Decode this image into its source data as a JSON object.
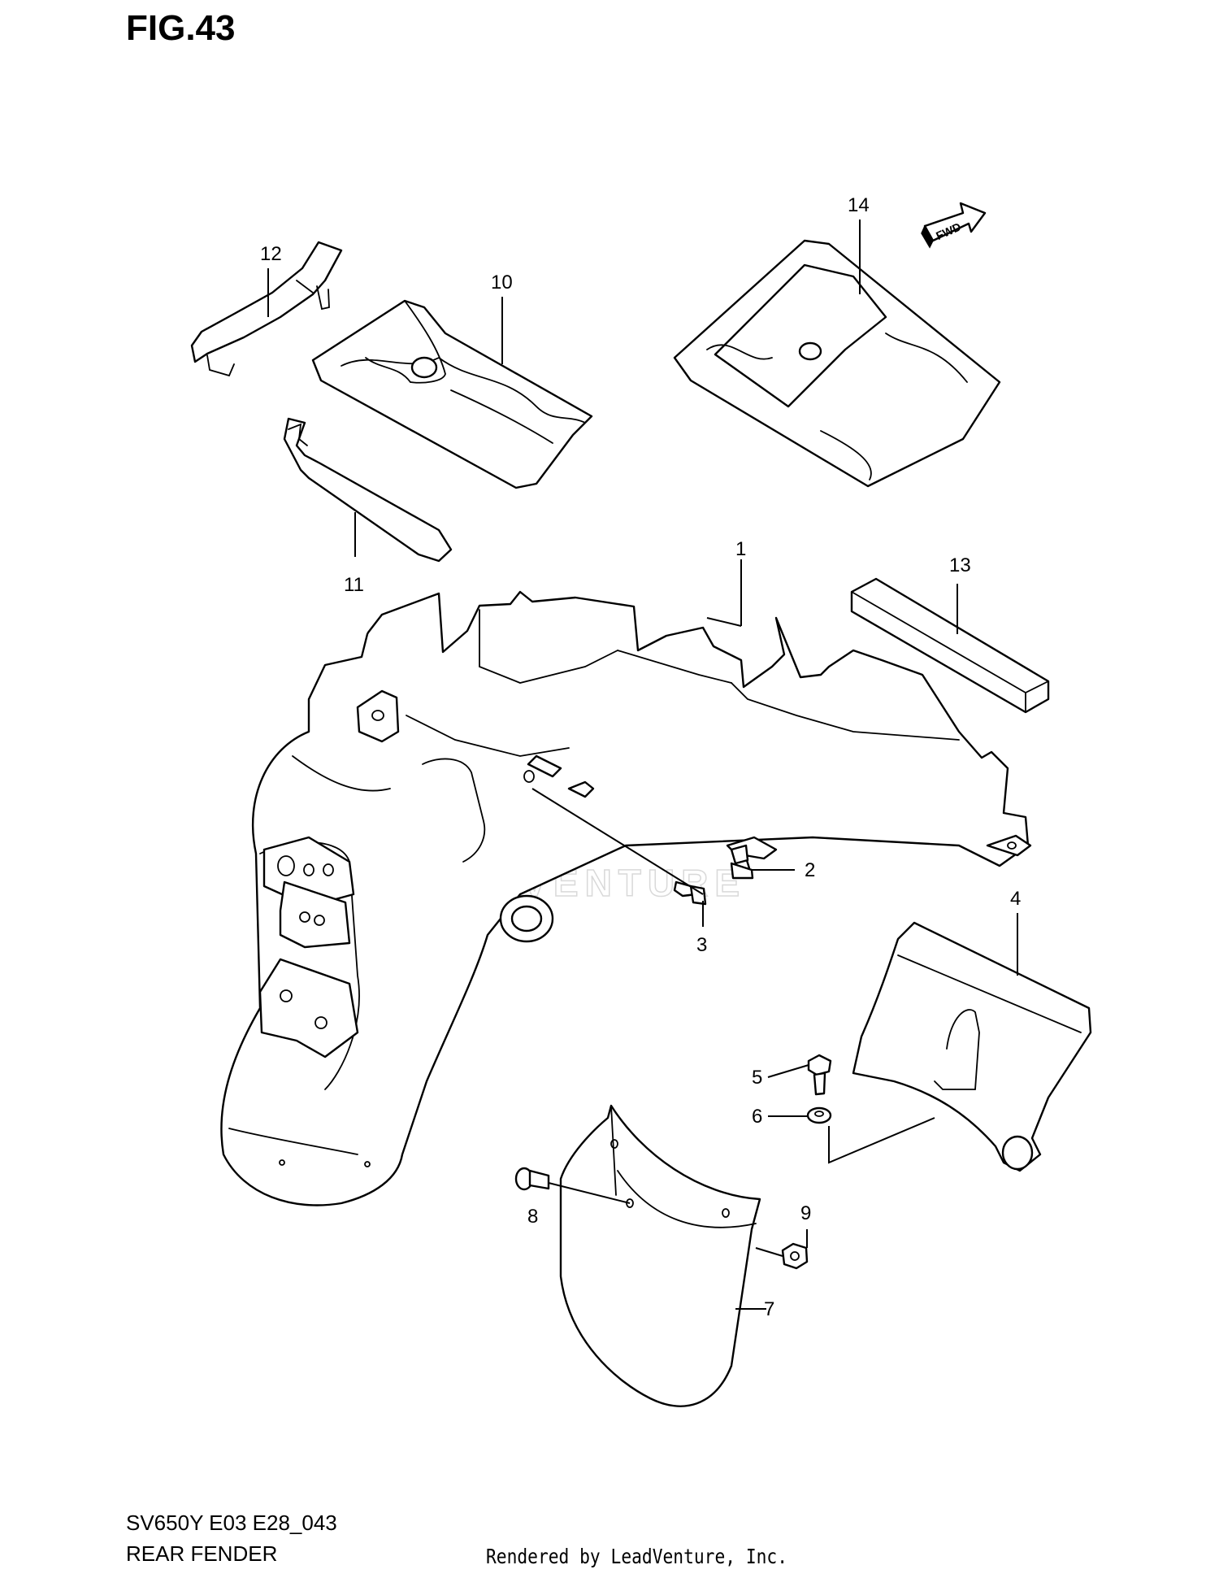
{
  "figure": {
    "title": "FIG.43",
    "model_code": "SV650Y E03 E28_043",
    "section_name": "REAR FENDER",
    "credit": "Rendered by LeadVenture, Inc.",
    "watermark": "LEADVENTURE",
    "direction_marker": "FWD"
  },
  "callouts": [
    {
      "number": "1",
      "part": "rear-fender-front"
    },
    {
      "number": "2",
      "part": "bolt"
    },
    {
      "number": "3",
      "part": "bolt"
    },
    {
      "number": "4",
      "part": "mud-guard"
    },
    {
      "number": "5",
      "part": "bolt"
    },
    {
      "number": "6",
      "part": "washer"
    },
    {
      "number": "7",
      "part": "rear-fender-extension"
    },
    {
      "number": "8",
      "part": "screw"
    },
    {
      "number": "9",
      "part": "nut"
    },
    {
      "number": "10",
      "part": "tool-bag"
    },
    {
      "number": "11",
      "part": "spanner"
    },
    {
      "number": "12",
      "part": "strap"
    },
    {
      "number": "13",
      "part": "cushion"
    },
    {
      "number": "14",
      "part": "manual-case"
    }
  ]
}
